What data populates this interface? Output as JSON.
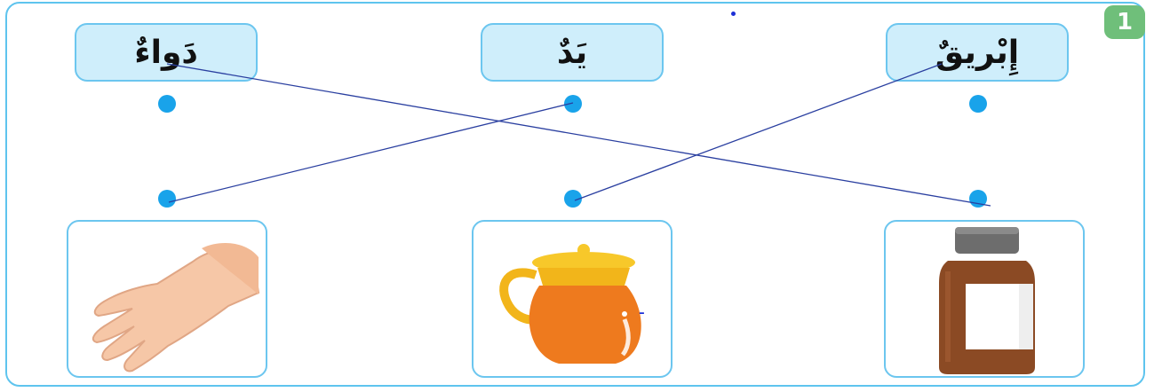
{
  "question_number": "1",
  "words": [
    {
      "id": "dawa",
      "text": "دَواءٌ"
    },
    {
      "id": "yad",
      "text": "يَدٌ"
    },
    {
      "id": "ibriq",
      "text": "إِبْريقٌ"
    }
  ],
  "pictures": [
    {
      "id": "hand",
      "icon": "hand-icon"
    },
    {
      "id": "jug",
      "icon": "jug-icon"
    },
    {
      "id": "bottle",
      "icon": "medicine-bottle-icon"
    }
  ],
  "connections": [
    {
      "word": "دَواءٌ",
      "picture": "medicine-bottle-icon"
    },
    {
      "word": "يَدٌ",
      "picture": "hand-icon"
    },
    {
      "word": "إِبْريقٌ",
      "picture": "jug-icon"
    }
  ],
  "stray_mark": "ـ",
  "colors": {
    "frame": "#5ec4ee",
    "word_box": "#cfeefb",
    "dot": "#19a3ea",
    "line": "#2a3fa0",
    "badge": "#6fbf7a"
  }
}
